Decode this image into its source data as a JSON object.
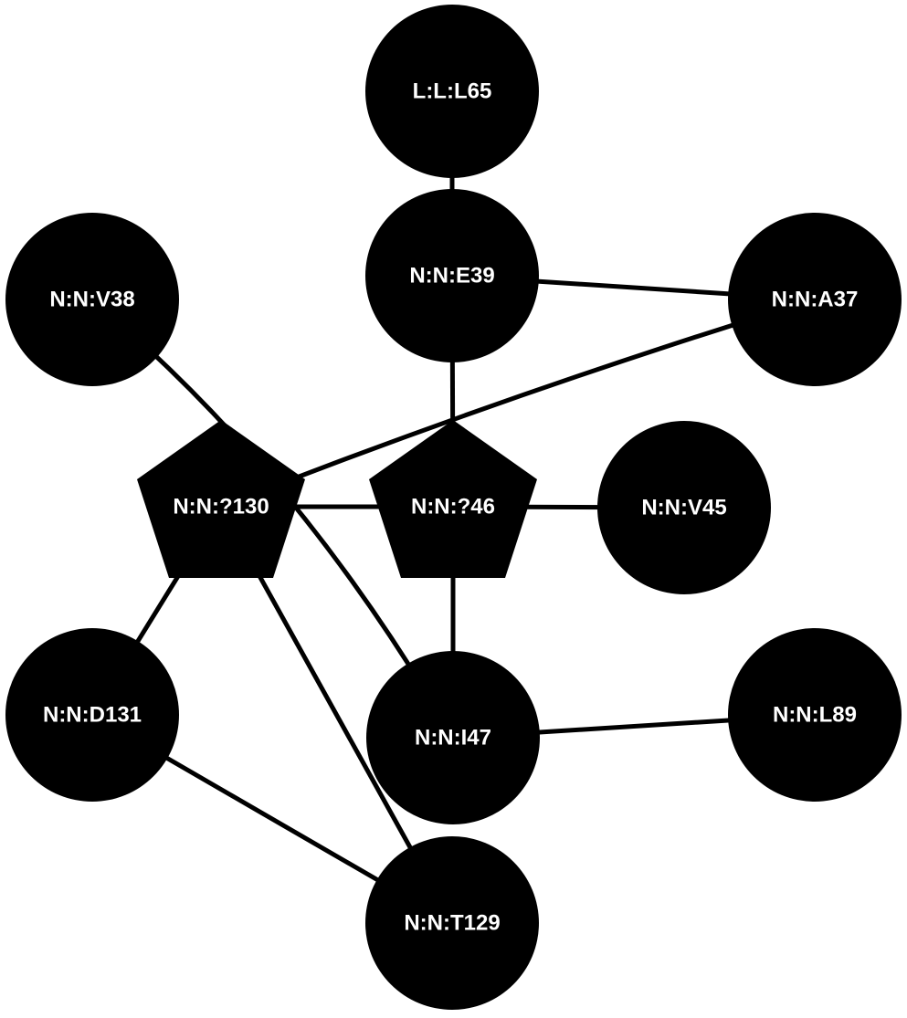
{
  "graph": {
    "nodes": [
      {
        "id": "L:L:L65",
        "label": "L:L:L65",
        "shape": "circle"
      },
      {
        "id": "N:N:E39",
        "label": "N:N:E39",
        "shape": "circle"
      },
      {
        "id": "N:N:V38",
        "label": "N:N:V38",
        "shape": "circle"
      },
      {
        "id": "N:N:A37",
        "label": "N:N:A37",
        "shape": "circle"
      },
      {
        "id": "N:N:?130",
        "label": "N:N:?130",
        "shape": "pentagon"
      },
      {
        "id": "N:N:?46",
        "label": "N:N:?46",
        "shape": "pentagon"
      },
      {
        "id": "N:N:V45",
        "label": "N:N:V45",
        "shape": "circle"
      },
      {
        "id": "N:N:D131",
        "label": "N:N:D131",
        "shape": "circle"
      },
      {
        "id": "N:N:I47",
        "label": "N:N:I47",
        "shape": "circle"
      },
      {
        "id": "N:N:L89",
        "label": "N:N:L89",
        "shape": "circle"
      },
      {
        "id": "N:N:T129",
        "label": "N:N:T129",
        "shape": "circle"
      }
    ],
    "edges": [
      {
        "source": "L:L:L65",
        "target": "N:N:E39"
      },
      {
        "source": "N:N:E39",
        "target": "N:N:A37"
      },
      {
        "source": "N:N:E39",
        "target": "N:N:?46"
      },
      {
        "source": "N:N:A37",
        "target": "N:N:?130"
      },
      {
        "source": "N:N:V38",
        "target": "N:N:I47"
      },
      {
        "source": "N:N:?130",
        "target": "N:N:?46"
      },
      {
        "source": "N:N:?46",
        "target": "N:N:V45"
      },
      {
        "source": "N:N:?46",
        "target": "N:N:I47"
      },
      {
        "source": "N:N:?130",
        "target": "N:N:D131"
      },
      {
        "source": "N:N:?130",
        "target": "N:N:T129"
      },
      {
        "source": "N:N:D131",
        "target": "N:N:T129"
      },
      {
        "source": "N:N:I47",
        "target": "N:N:L89"
      }
    ],
    "colors": {
      "node_fill": "#000000",
      "label": "#ffffff",
      "edge": "#000000",
      "background": "#ffffff"
    }
  }
}
